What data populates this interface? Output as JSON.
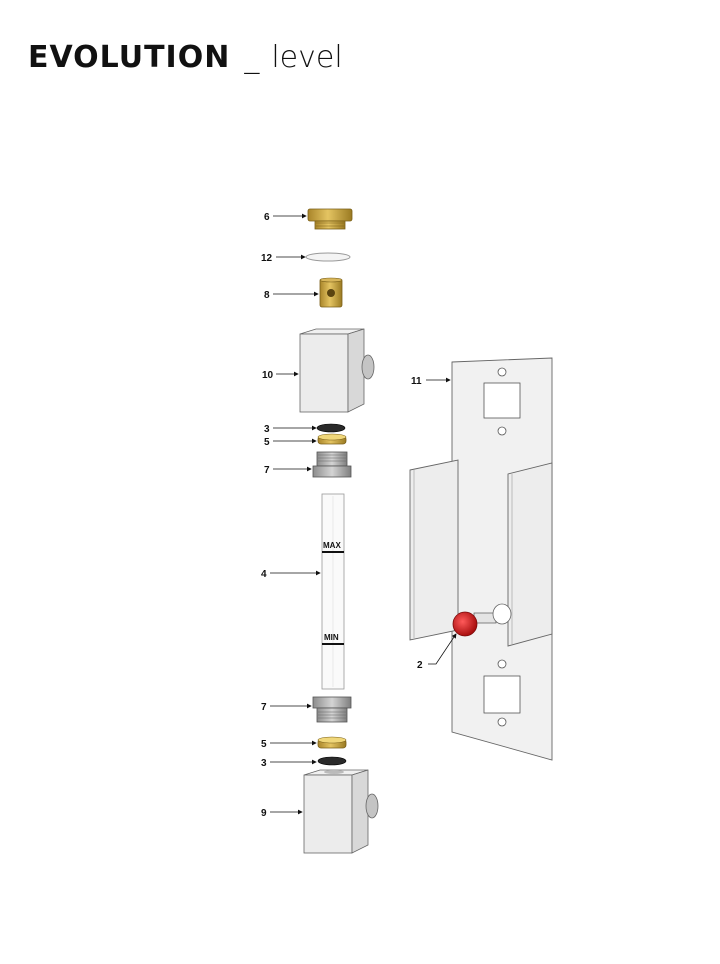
{
  "title": {
    "brand": "EVOLUTION",
    "separator": "_",
    "subtitle": "level"
  },
  "callouts": {
    "c6": "6",
    "c12": "12",
    "c8": "8",
    "c10": "10",
    "c3_top": "3",
    "c5_top": "5",
    "c7_top": "7",
    "c4": "4",
    "c7_bottom": "7",
    "c5_bottom": "5",
    "c3_bottom": "3",
    "c9": "9",
    "c11": "11",
    "c2": "2"
  },
  "tube": {
    "max_label": "MAX",
    "min_label": "MIN"
  },
  "colors": {
    "brass": "#c9a544",
    "brass_dark": "#8a6d1f",
    "grey_body": "#e6e6e6",
    "red_knob": "#d01a1a",
    "outline": "#555555"
  }
}
